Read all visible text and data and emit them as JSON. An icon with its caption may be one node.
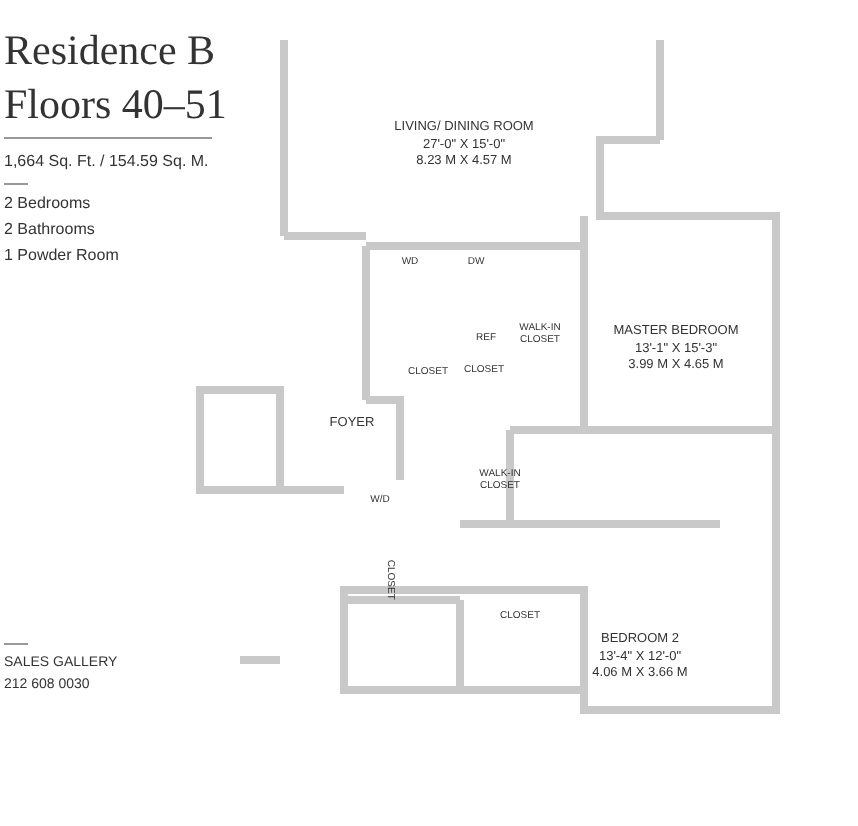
{
  "diagram": {
    "title": "Residence B Floors 40–51",
    "labels": [
      "1,664 Sq. Ft. / 154.59 Sq. M.",
      "2 Bedrooms",
      "2 Bathrooms",
      "1 Powder Room",
      "SALES GALLERY",
      "212 608 0030",
      "LIVING/ DINING ROOM",
      "27'-0\" X 15'-0\"",
      "8.23 M X 4.57 M",
      "WD",
      "DW",
      "REF",
      "CLOSET",
      "CLOSET",
      "WALK-IN CLOSET",
      "MASTER BEDROOM",
      "13'-1\" X 15'-3\"",
      "3.99 M X 4.65 M",
      "FOYER",
      "WALK-IN CLOSET",
      "W/D",
      "CLOSET",
      "CLOSET",
      "BEDROOM 2",
      "13'-4\" X 12'-0\"",
      "4.06 M X 3.66 M"
    ]
  }
}
